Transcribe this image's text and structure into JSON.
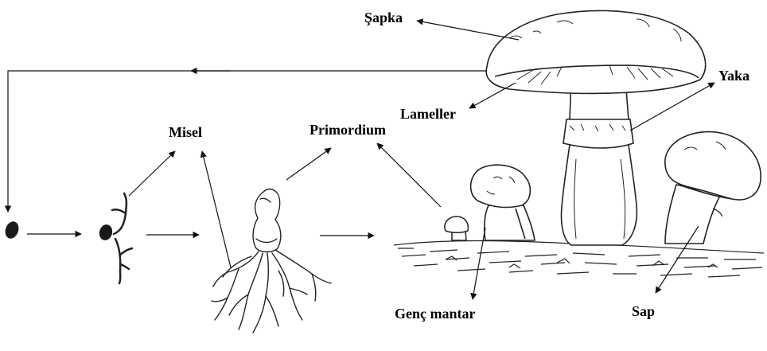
{
  "labels": {
    "cap": "Şapka",
    "gills": "Lameller",
    "ring": "Yaka",
    "mycelium": "Misel",
    "primordium": "Primordium",
    "young_mushroom": "Genç mantar",
    "stem": "Sap"
  },
  "colors": {
    "ink": "#111111",
    "background": "#ffffff"
  }
}
